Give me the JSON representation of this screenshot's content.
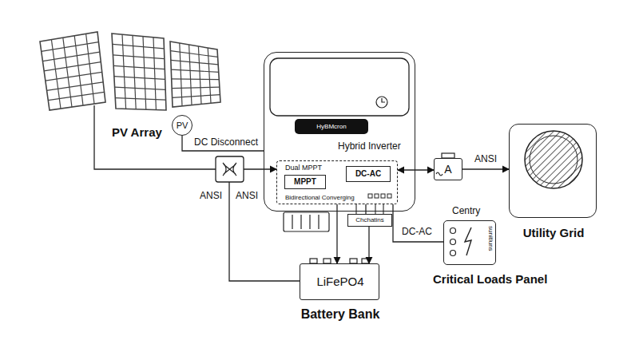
{
  "diagram": {
    "nodes": [
      {
        "text": [
          "PV Array"
        ]
      },
      {
        "text": [
          "PV"
        ]
      },
      {
        "text": [
          "Hybrid Inverter"
        ]
      },
      {
        "text": [
          "HyBMcron"
        ],
        "in": 2
      },
      {
        "text": [
          "Dual MPPT",
          "Bidirectional Converging"
        ],
        "in": 2
      },
      {
        "text": [
          "MPPT"
        ],
        "in": 4
      },
      {
        "text": [
          "DC-AC"
        ],
        "in": 4
      },
      {
        "text": [
          "Chchatins"
        ]
      },
      {
        "text": [
          "A"
        ]
      },
      {
        "text": [
          "Utility Grid"
        ]
      },
      {
        "text": [
          "Centry",
          "sunitluns",
          "Critical Loads Panel"
        ]
      },
      {
        "text": [
          "LiFePO4",
          "Battery Bank"
        ]
      }
    ],
    "edges": [
      {
        "from": 0,
        "to": 4,
        "arrow": "to"
      },
      {
        "from": 1,
        "to": 2,
        "label": "DC Disconnect",
        "arrow": "none"
      },
      {
        "from": 4,
        "to": 8,
        "arrow": "both"
      },
      {
        "from": 8,
        "to": 9,
        "label": "ANSI",
        "arrow": "to"
      },
      {
        "from": 4,
        "to": 10,
        "label": "DC-AC",
        "arrow": "none"
      },
      {
        "from": 4,
        "to": 7,
        "arrow": "none"
      },
      {
        "from": 7,
        "to": 11,
        "arrow": "to"
      },
      {
        "from": 4,
        "to": 11,
        "arrow": "to"
      }
    ],
    "labels": [
      "ANSI",
      "ANSI"
    ]
  }
}
